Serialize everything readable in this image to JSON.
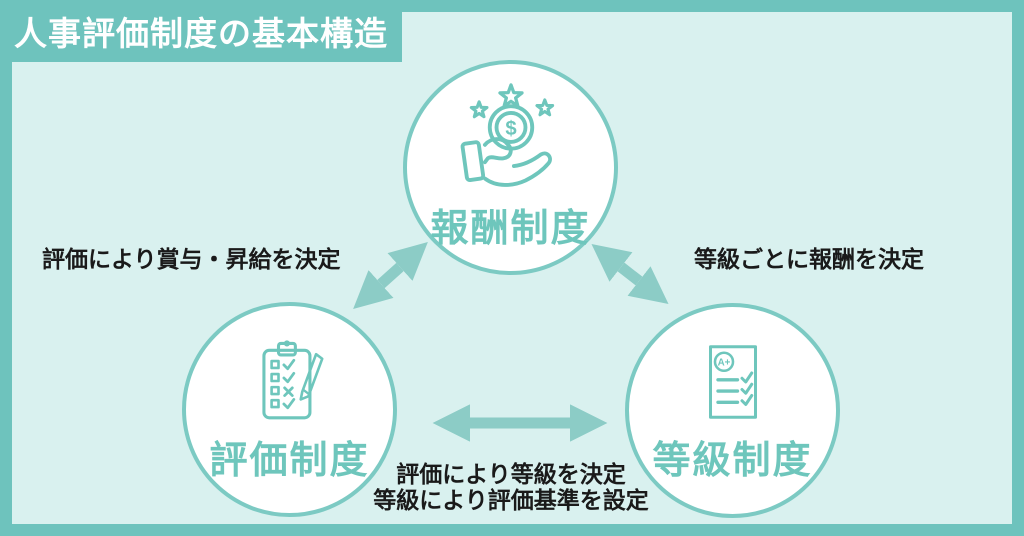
{
  "title": "人事評価制度の基本構造",
  "nodes": {
    "compensation": {
      "label": "報酬制度",
      "icon": "money-hand-icon"
    },
    "evaluation": {
      "label": "評価制度",
      "icon": "checklist-clipboard-icon"
    },
    "grade": {
      "label": "等級制度",
      "icon": "grade-sheet-icon"
    }
  },
  "relations": {
    "evaluation_compensation": {
      "label": "評価により賞与・昇給を決定"
    },
    "grade_compensation": {
      "label": "等級ごとに報酬を決定"
    },
    "evaluation_grade": {
      "line1": "評価により等級を決定",
      "line2": "等級により評価基準を設定"
    }
  },
  "icon_glyphs": {
    "coin_symbol": "$",
    "grade_mark": "A+"
  },
  "colors": {
    "frame_teal": "#6ec3bd",
    "panel_mint": "#d9f1ef",
    "arrow_teal": "#8cccc6",
    "circle_border": "#7ccac3",
    "node_teal": "#6ec6bc",
    "text_black": "#1a1a1a",
    "title_white": "#ffffff"
  }
}
